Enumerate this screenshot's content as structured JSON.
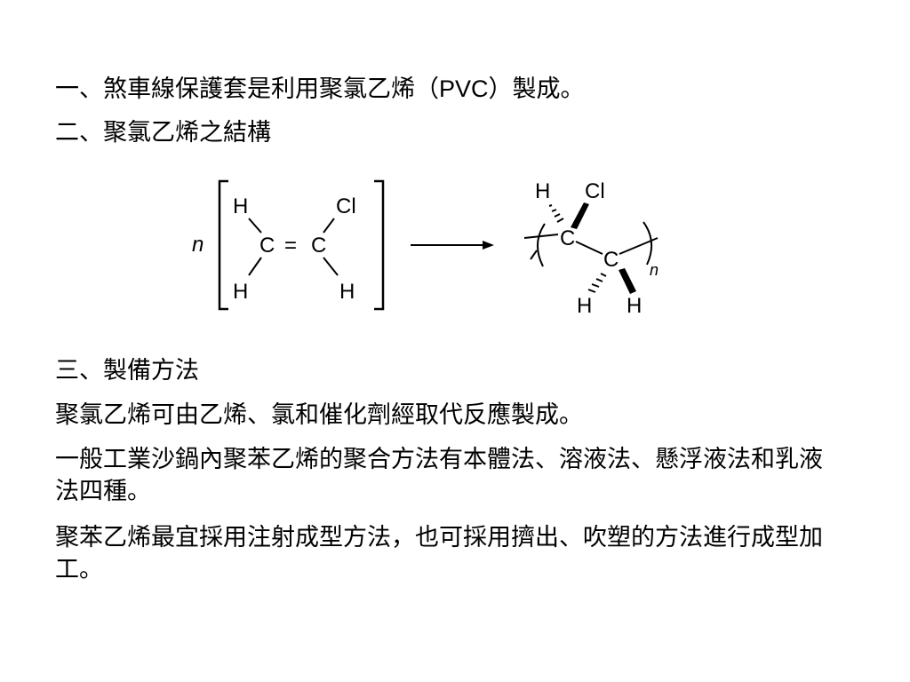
{
  "slide": {
    "line1_pre": "一、煞車線保護套是利用聚氯乙烯（",
    "line1_abbr": "PVC",
    "line1_post": "）製成。",
    "line2": "二、聚氯乙烯之結構",
    "line3": "三、製備方法",
    "line4": "聚氯乙烯可由乙烯、氯和催化劑經取代反應製成。",
    "line5": "一般工業沙鍋內聚苯乙烯的聚合方法有本體法、溶液法、懸浮液法和乳液法四種。",
    "line6": "聚苯乙烯最宜採用注射成型方法，也可採用擠出、吹塑的方法進行成型加工。"
  },
  "diagram": {
    "coefficient": "n",
    "monomer": {
      "h_top": "H",
      "cl_top": "Cl",
      "c_left": "C",
      "double_bond": "=",
      "c_right": "C",
      "h_bottom_left": "H",
      "h_bottom_right": "H"
    },
    "polymer": {
      "h_top": "H",
      "cl_top": "Cl",
      "c_upper": "C",
      "c_lower": "C",
      "h_bottom_left": "H",
      "h_bottom_right": "H",
      "subscript": "n"
    }
  }
}
